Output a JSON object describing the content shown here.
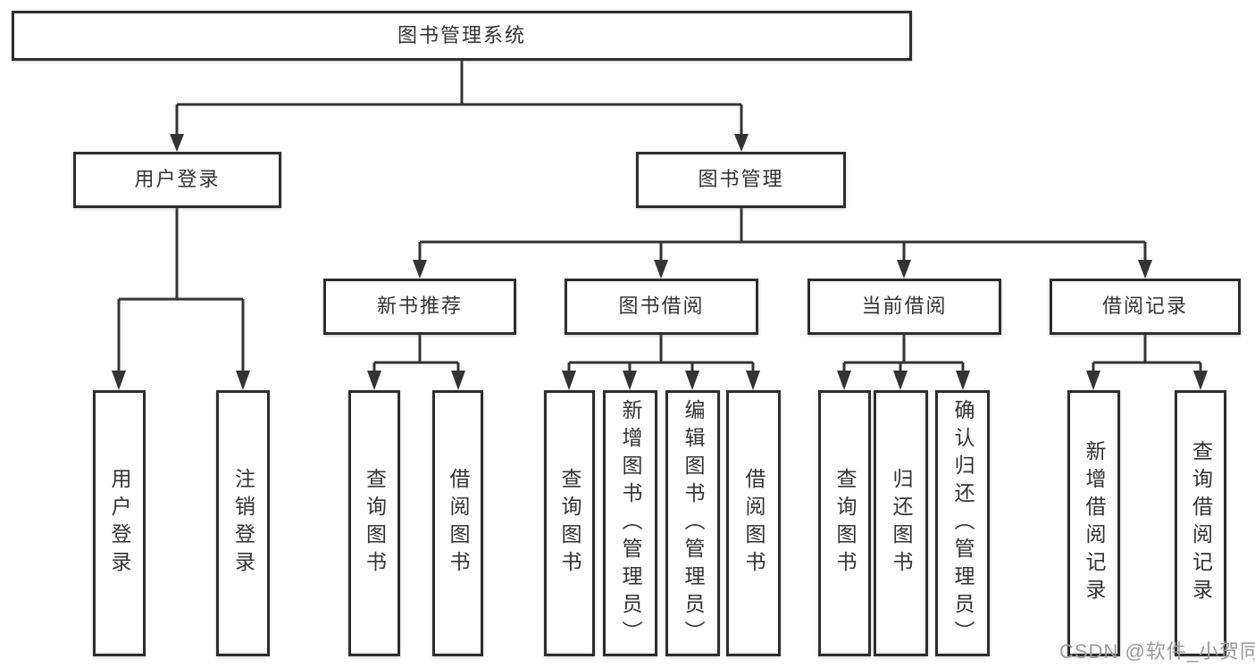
{
  "watermark": "CSDN @软件_小贺同学",
  "colors": {
    "line": "#333333",
    "box_border": "#2d2d2d",
    "box_fill": "#ffffff",
    "text": "#333333",
    "watermark_text": "#9a9a9a"
  },
  "tree": {
    "root": {
      "label": "图书管理系统"
    },
    "branches": [
      {
        "label": "用户登录",
        "leaves": [
          {
            "label": "用户登录"
          },
          {
            "label": "注销登录"
          }
        ]
      },
      {
        "label": "图书管理",
        "groups": [
          {
            "label": "新书推荐",
            "leaves": [
              {
                "label": "查询图书"
              },
              {
                "label": "借阅图书"
              }
            ]
          },
          {
            "label": "图书借阅",
            "leaves": [
              {
                "label": "查询图书"
              },
              {
                "label": "新增图书（管理员）"
              },
              {
                "label": "编辑图书（管理员）"
              },
              {
                "label": "借阅图书"
              }
            ]
          },
          {
            "label": "当前借阅",
            "leaves": [
              {
                "label": "查询图书"
              },
              {
                "label": "归还图书"
              },
              {
                "label": "确认归还（管理员）"
              }
            ]
          },
          {
            "label": "借阅记录",
            "leaves": [
              {
                "label": "新增借阅记录"
              },
              {
                "label": "查询借阅记录"
              }
            ]
          }
        ]
      }
    ]
  }
}
